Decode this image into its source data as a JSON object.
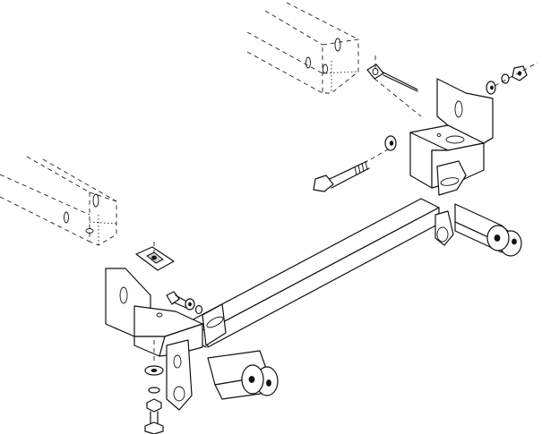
{
  "diagram": {
    "type": "exploded-assembly-line-drawing",
    "text_labels": [],
    "components": [
      "upper-frame-rail",
      "lower-frame-rail",
      "right-mounting-bracket",
      "left-mounting-bracket",
      "crossbar",
      "right-tow-tab",
      "left-tow-tab",
      "safety-chain-loop",
      "long-hex-bolt",
      "short-hex-bolt",
      "flat-washers",
      "lock-washers",
      "hex-nuts",
      "cotter-pin",
      "square-nut-plate"
    ]
  }
}
